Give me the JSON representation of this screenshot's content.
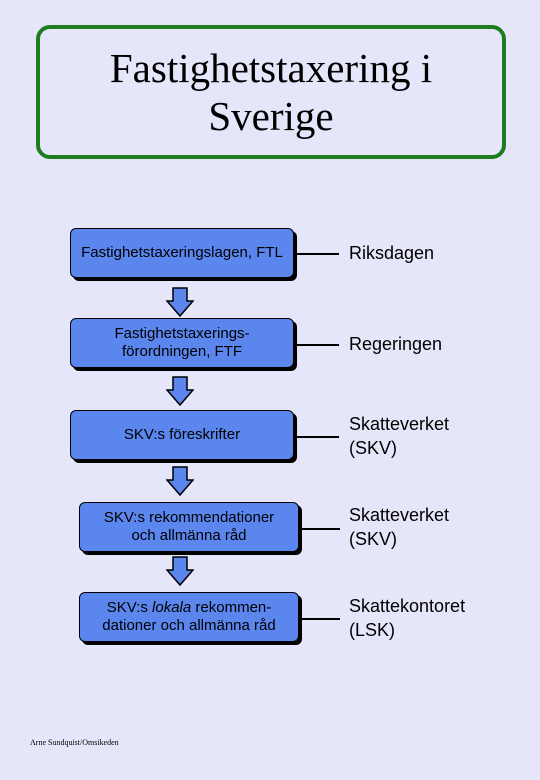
{
  "title": {
    "line1": "Fastighetstaxering i",
    "line2": "Sverige"
  },
  "flow": [
    {
      "box_lines": [
        "Fastighetstaxeringslagen, FTL"
      ],
      "authority_lines": [
        "Riksdagen"
      ]
    },
    {
      "box_lines": [
        "Fastighetstaxerings-",
        "förordningen, FTF"
      ],
      "authority_lines": [
        "Regeringen"
      ]
    },
    {
      "box_lines": [
        "SKV:s föreskrifter"
      ],
      "authority_lines": [
        "Skatteverket",
        "(SKV)"
      ]
    },
    {
      "box_lines": [
        "SKV:s rekommendationer",
        "och allmänna råd"
      ],
      "authority_lines": [
        "Skatteverket",
        "(SKV)"
      ]
    },
    {
      "box_prefix": "SKV:s ",
      "box_emphasis": "lokala",
      "box_suffix": " rekommen-",
      "box_line2": "dationer och allmänna råd",
      "authority_lines": [
        "Skattekontoret",
        "(LSK)"
      ]
    }
  ],
  "footer": "Arne Sundquist/Omsikeden",
  "colors": {
    "box_fill": "#5a86ee",
    "title_border": "#1e7d1e",
    "background": "#e6e6fa"
  }
}
